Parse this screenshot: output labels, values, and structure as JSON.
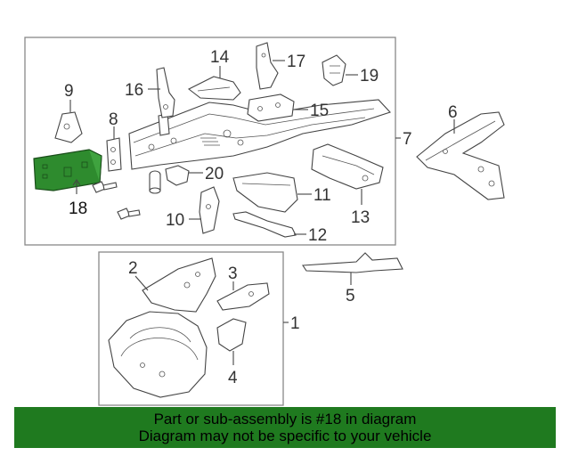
{
  "callouts": {
    "c1": "1",
    "c2": "2",
    "c3": "3",
    "c4": "4",
    "c5": "5",
    "c6": "6",
    "c7": "7",
    "c8": "8",
    "c9": "9",
    "c10": "10",
    "c11": "11",
    "c12": "12",
    "c13": "13",
    "c14": "14",
    "c15": "15",
    "c16": "16",
    "c17": "17",
    "c18": "18",
    "c19": "19",
    "c20": "20"
  },
  "footer": {
    "line1": "Part or sub-assembly is #18 in diagram",
    "line2": "Diagram may not be specific to your vehicle"
  },
  "colors": {
    "highlight_part": "#2e8b2e",
    "footer_bg": "#1f7a1f"
  }
}
